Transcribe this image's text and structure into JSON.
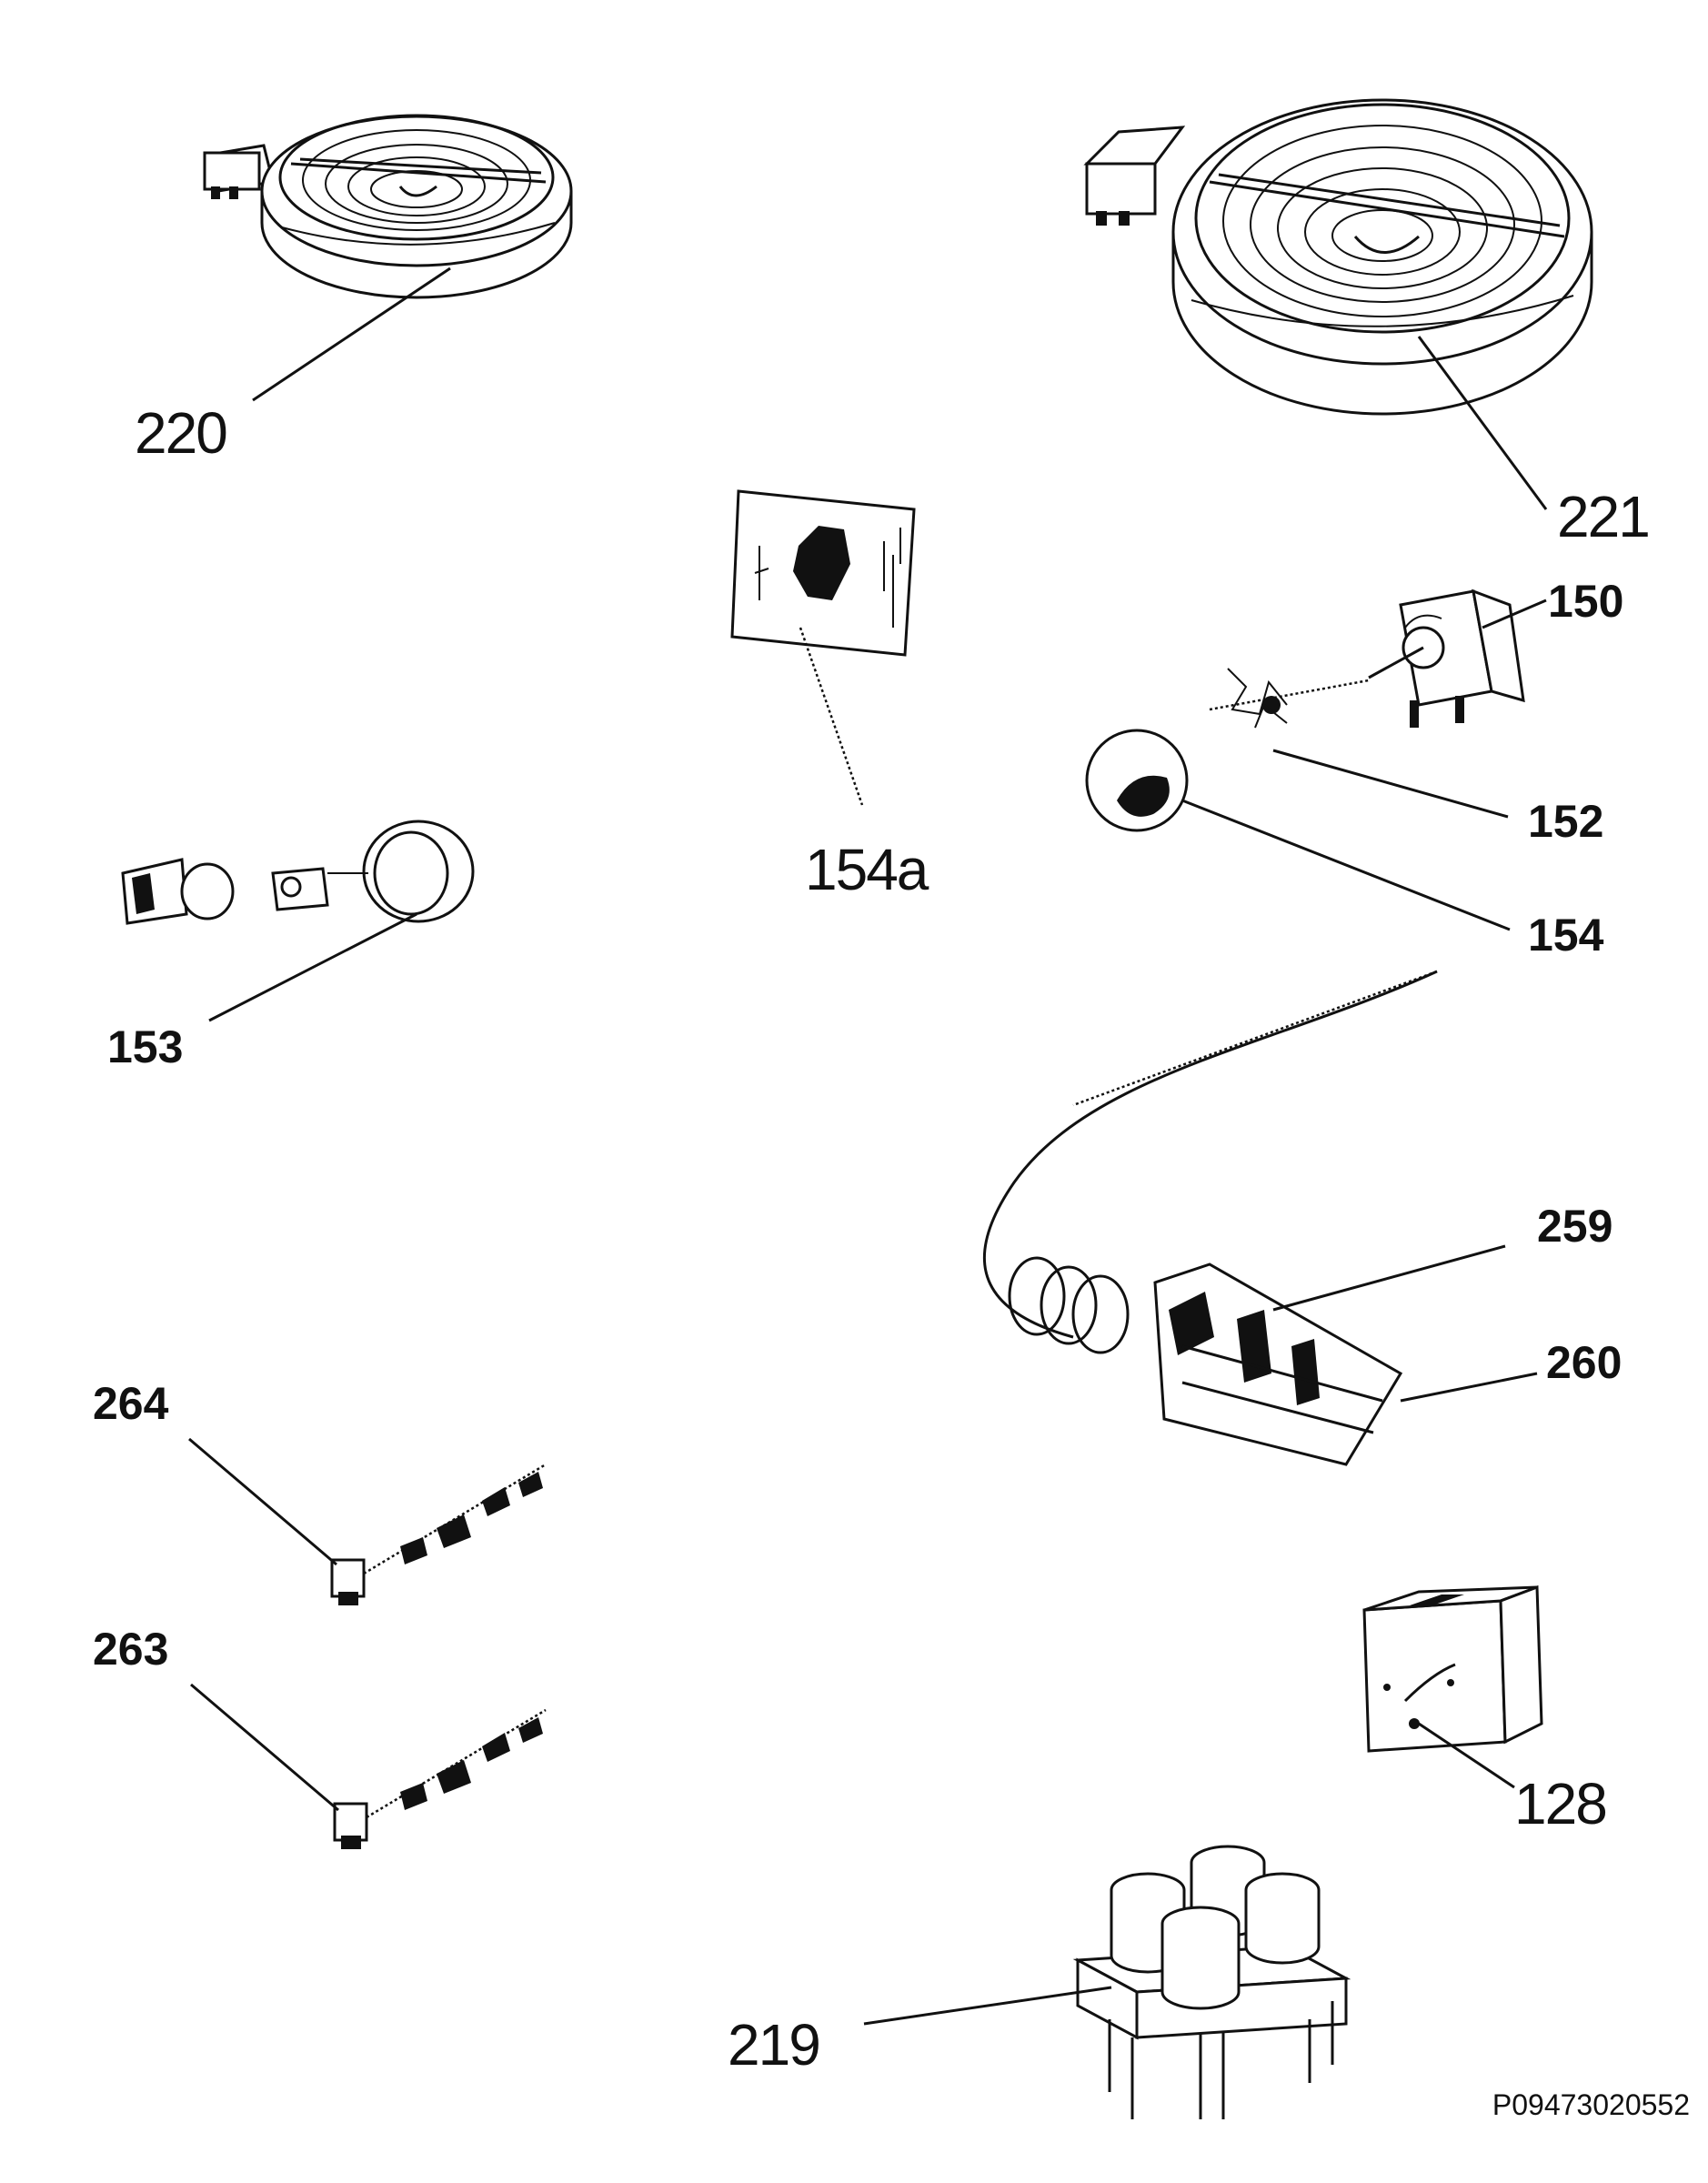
{
  "parts": {
    "p220": "220",
    "p221": "221",
    "p154a": "154a",
    "p150": "150",
    "p152": "152",
    "p154": "154",
    "p153": "153",
    "p259": "259",
    "p260": "260",
    "p264": "264",
    "p263": "263",
    "p128": "128",
    "p219": "219"
  },
  "reference_code": "P09473020552"
}
